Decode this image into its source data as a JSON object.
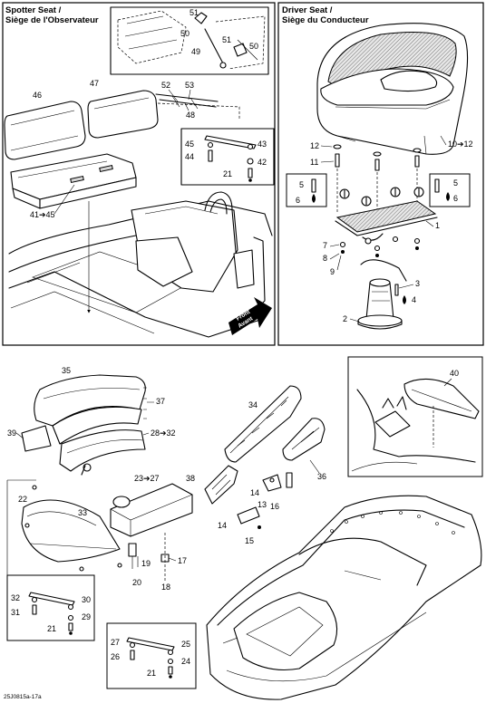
{
  "sections": {
    "spotter_title_1": "Spotter Seat /",
    "spotter_title_2": "Siège de l'Observateur",
    "driver_title_1": "Driver Seat /",
    "driver_title_2": "Siège du Conducteur"
  },
  "arrow_front": {
    "line1": "Front",
    "line2": "Avant"
  },
  "reference": "25J0815a-17a",
  "callouts": {
    "c51a": "51",
    "c50a": "50",
    "c49": "49",
    "c51b": "51",
    "c50b": "50",
    "c46": "46",
    "c47": "47",
    "c52": "52",
    "c53": "53",
    "c48": "48",
    "c45": "45",
    "c44": "44",
    "c43": "43",
    "c42": "42",
    "c21a": "21",
    "c41": "41➔45",
    "c12": "12",
    "c11": "11",
    "c10": "10➔12",
    "c5a": "5",
    "c6a": "6",
    "c5b": "5",
    "c6b": "6",
    "c1": "1",
    "c7": "7",
    "c8": "8",
    "c9": "9",
    "c3": "3",
    "c4": "4",
    "c2": "2",
    "c35": "35",
    "c37": "37",
    "c39": "39",
    "c28": "28➔32",
    "c34": "34",
    "c36": "36",
    "c38": "38",
    "c14a": "14",
    "c13": "13",
    "c16": "16",
    "c14b": "14",
    "c15": "15",
    "c22": "22",
    "c33": "33",
    "c23": "23➔27",
    "c19": "19",
    "c17": "17",
    "c20": "20",
    "c18": "18",
    "c32": "32",
    "c30": "30",
    "c31": "31",
    "c29": "29",
    "c21b": "21",
    "c27": "27",
    "c25": "25",
    "c26": "26",
    "c24": "24",
    "c21c": "21",
    "c40": "40"
  }
}
